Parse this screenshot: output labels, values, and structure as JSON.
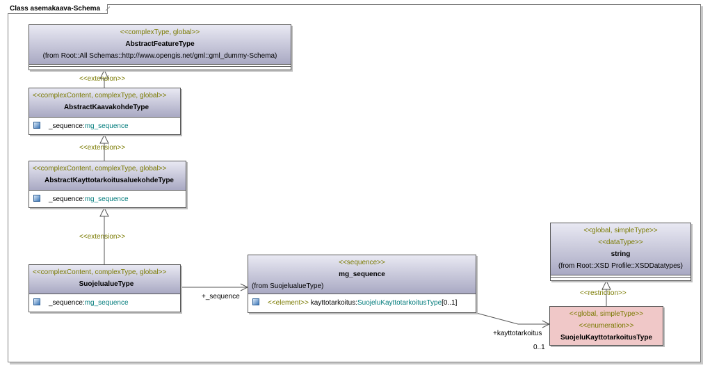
{
  "frame": {
    "title": "Class asemakaava-Schema"
  },
  "classes": {
    "abstract_feature": {
      "stereotype": "<<complexType, global>>",
      "name": "AbstractFeatureType",
      "from": "(from Root::All Schemas::http://www.opengis.net/gml::gml_dummy-Schema)"
    },
    "abstract_kaavakohde": {
      "stereotype": "<<complexContent, complexType, global>>",
      "name": "AbstractKaavakohdeType",
      "attr_name": "_sequence:",
      "attr_type": "mg_sequence"
    },
    "abstract_kayttotarkoitus": {
      "stereotype": "<<complexContent, complexType, global>>",
      "name": "AbstractKayttotarkoitusaluekohdeType",
      "attr_name": "_sequence:",
      "attr_type": "mg_sequence"
    },
    "suojelualue": {
      "stereotype": "<<complexContent, complexType, global>>",
      "name": "SuojelualueType",
      "attr_name": "_sequence:",
      "attr_type": "mg_sequence"
    },
    "mg_sequence": {
      "stereotype": "<<sequence>>",
      "name": "mg_sequence",
      "from": "(from SuojelualueType)",
      "attr_stereo": "<<element>>",
      "attr_name": " kayttotarkoitus:",
      "attr_type": "SuojeluKayttotarkoitusType",
      "attr_mult": "[0..1]"
    },
    "string": {
      "stereotype1": "<<global, simpleType>>",
      "stereotype2": "<<dataType>>",
      "name": "string",
      "from": "(from Root::XSD Profile::XSDDatatypes)"
    },
    "suojelu_kayttotarkoitus": {
      "stereotype1": "<<global, simpleType>>",
      "stereotype2": "<<enumeration>>",
      "name": "SuojeluKayttotarkoitusType"
    }
  },
  "connectors": {
    "extension1": "<<extension>>",
    "extension2": "<<extension>>",
    "extension3": "<<extension>>",
    "restriction": "<<restriction>>",
    "sequence_role": "+_sequence",
    "kayttotarkoitus_role": "+kayttotarkoitus",
    "kayttotarkoitus_mult": "0..1"
  },
  "colors": {
    "stereotype": "#7a7a00",
    "type_ref": "#007b7b",
    "enum_fill": "#f0c8c8"
  }
}
